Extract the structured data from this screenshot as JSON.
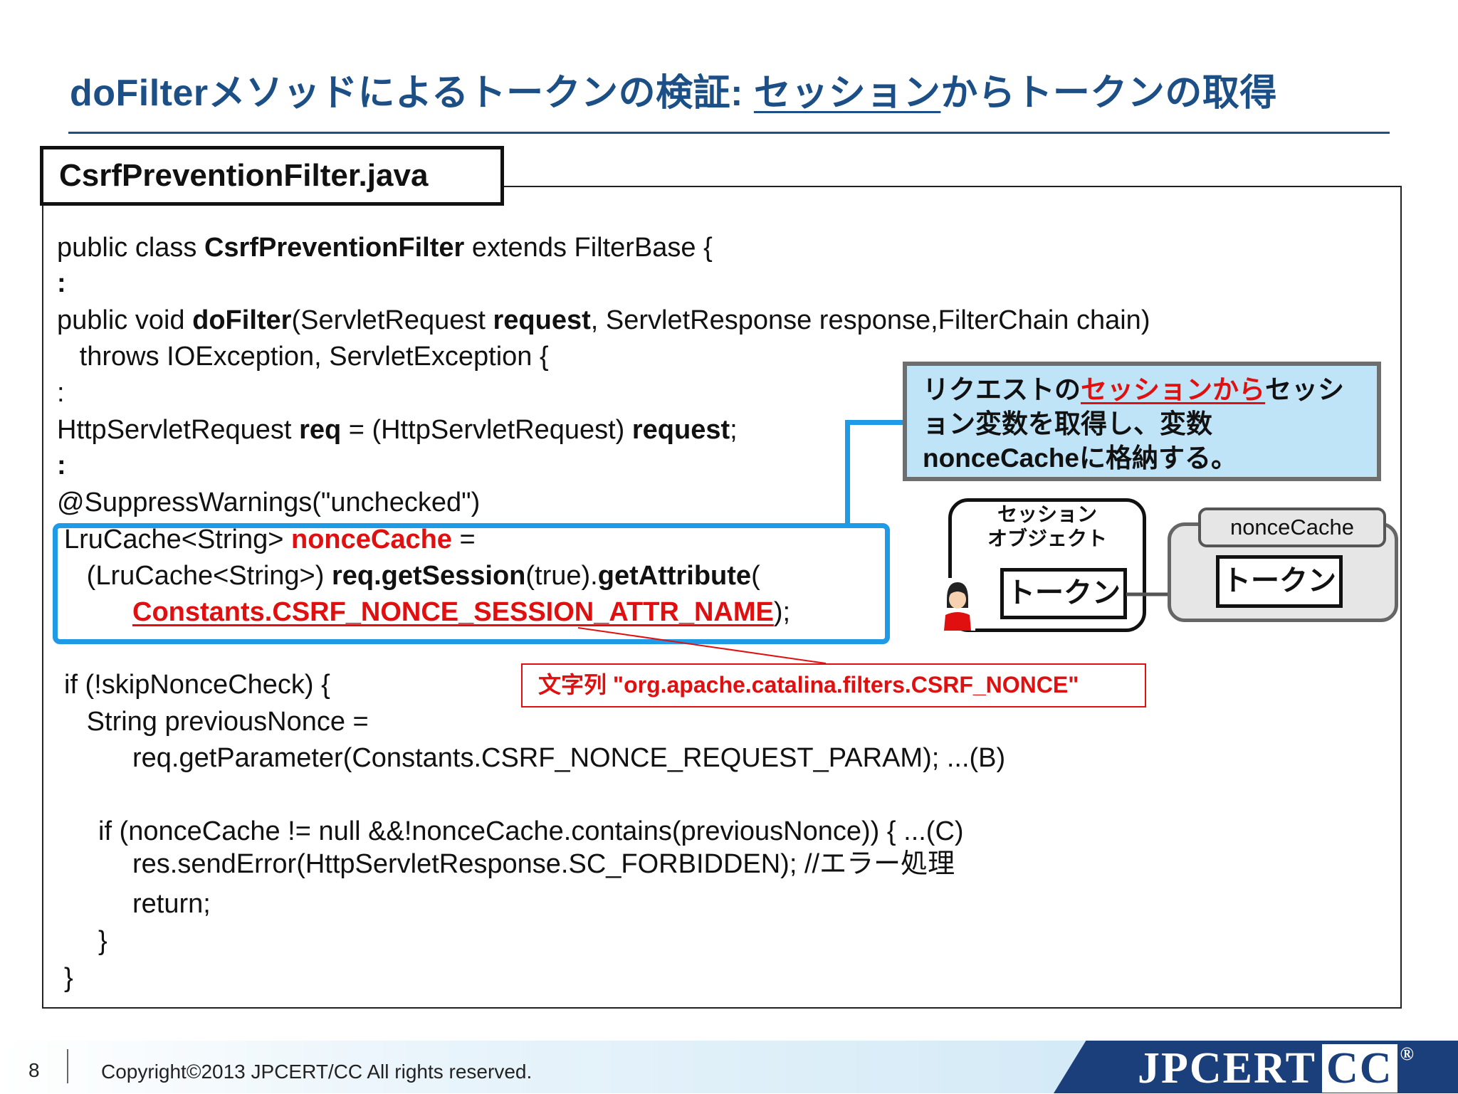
{
  "title": {
    "part1": "doFilterメソッドによるトークンの検証: ",
    "part2_underlined": "セッション",
    "part3": "からトークンの取得"
  },
  "filename": "CsrfPreventionFilter.java",
  "code": {
    "l1a": "public class ",
    "l1b": "CsrfPreventionFilter",
    "l1c": " extends FilterBase {",
    "l2": " :",
    "l3a": "public void ",
    "l3b": "doFilter",
    "l3c": "(ServletRequest ",
    "l3d": "request",
    "l3e": ", ServletResponse response,FilterChain chain)",
    "l4": "   throws IOException, ServletException {",
    "l5": ":",
    "l6a": "HttpServletRequest ",
    "l6b": "req",
    "l6c": " = (HttpServletRequest) ",
    "l6d": "request",
    "l6e": ";",
    "l7": " :",
    "l8": "@SuppressWarnings(\"unchecked\")",
    "l9a": "LruCache<String> ",
    "l9b": "nonceCache",
    "l9c": " =",
    "l10a": "   (LruCache<String>) ",
    "l10b": "req.getSession",
    "l10c": "(true).",
    "l10d": "getAttribute",
    "l10e": "(",
    "l11a": "Constants.CSRF_NONCE_SESSION_ATTR_NAME",
    "l11b": ");",
    "l12": "if (!skipNonceCheck) {",
    "l13": "   String previousNonce =",
    "l14": "req.getParameter(Constants.CSRF_NONCE_REQUEST_PARAM);  ...(B)",
    "l15": "if (nonceCache != null &&!nonceCache.contains(previousNonce)) {  ...(C)",
    "l16": "res.sendError(HttpServletResponse.SC_FORBIDDEN);    //エラー処理",
    "l17": "return;",
    "l18": "}",
    "l19": "}"
  },
  "callout": {
    "a": "リクエストの",
    "b_red": "セッションから",
    "c": "セッション変数を取得し、変数nonceCacheに格納する。"
  },
  "diagram": {
    "session_label_1": "セッション",
    "session_label_2": "オブジェクト",
    "token": "トークン",
    "cache_label": "nonceCache",
    "token_2": "トークン",
    "person_icon": "person-icon"
  },
  "string_note": "文字列 \"org.apache.catalina.filters.CSRF_NONCE\"",
  "footer": {
    "page_number": "8",
    "copyright": "Copyright©2013 JPCERT/CC All rights reserved.",
    "logo_main": "JPCERT",
    "logo_cc": "CC",
    "logo_reg": "®"
  },
  "colors": {
    "title_blue": "#1b4f86",
    "highlight_blue": "#1f9ae6",
    "callout_bg": "#bfe3f7",
    "red": "#e01010",
    "logo_navy": "#1a3f7a"
  }
}
